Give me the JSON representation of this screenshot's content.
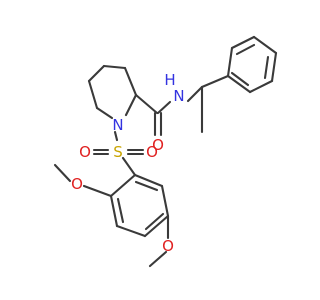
{
  "molecule": {
    "atom_labels": {
      "n_ring": "N",
      "n_amide": "N",
      "h_amide": "H",
      "o_amide": "O",
      "s": "S",
      "o_s1": "O",
      "o_s2": "O",
      "o_meo1": "O",
      "o_meo2": "O"
    },
    "colors": {
      "bond": "#3a3a3a",
      "nitrogen": "#3333e0",
      "oxygen": "#e02020",
      "sulfur": "#c8a400"
    }
  }
}
